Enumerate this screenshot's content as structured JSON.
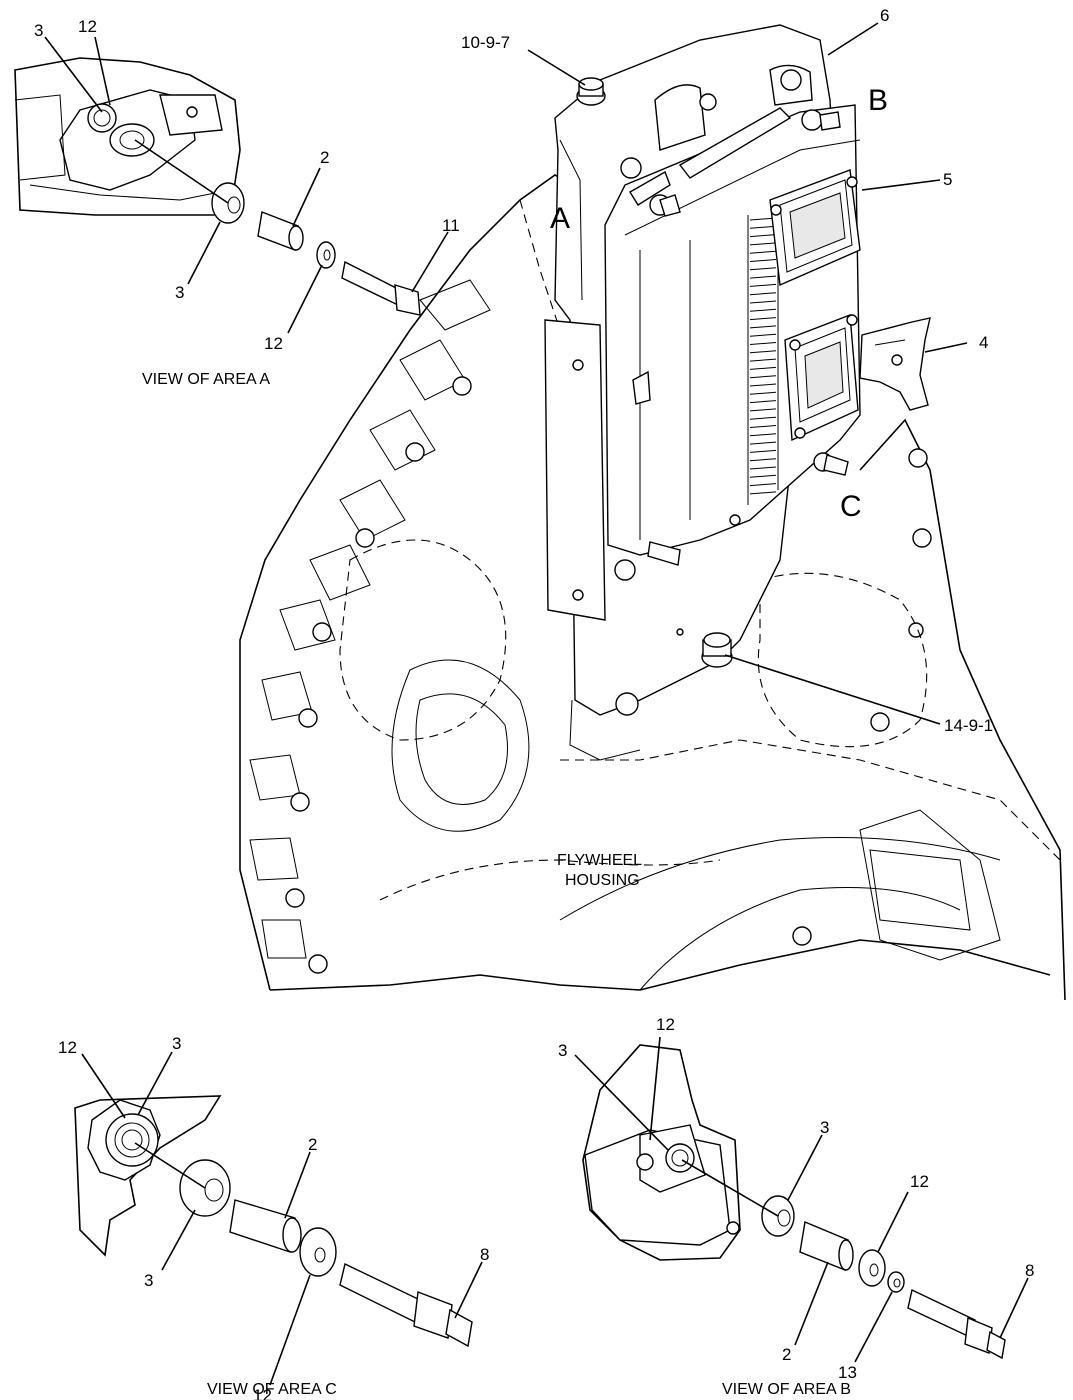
{
  "callouts": {
    "top_bolt": "10-9-7",
    "bracket": "6",
    "ecm": "5",
    "clip": "4",
    "housing_bolt": "14-9-1",
    "a_washer_top": "3",
    "a_grommet_top": "12",
    "a_spacer": "2",
    "a_bolt": "11",
    "a_washer_bottom": "3",
    "a_grommet_bottom": "12",
    "c_grommet_top": "12",
    "c_washer_top": "3",
    "c_spacer": "2",
    "c_bolt": "8",
    "c_washer_bottom": "3",
    "c_grommet_bottom": "12",
    "b_washer_top": "3",
    "b_grommet_top": "12",
    "b_washer_mid": "3",
    "b_grommet_mid": "12",
    "b_bolt": "8",
    "b_spacer": "2",
    "b_washer_small": "13"
  },
  "area_letters": {
    "a": "A",
    "b": "B",
    "c": "C"
  },
  "housing_label": {
    "line1": "FLYWHEEL",
    "line2": "HOUSING"
  },
  "captions": {
    "view_a": "VIEW OF AREA  A",
    "view_c": "VIEW OF AREA  C",
    "view_b": "VIEW OF AREA  B"
  }
}
